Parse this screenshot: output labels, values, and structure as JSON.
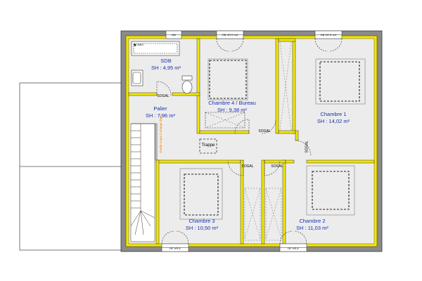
{
  "rooms": [
    {
      "name": "SDB",
      "area": "SH : 4,95 m²"
    },
    {
      "name": "Chambre 4 / Bureau",
      "area": "SH : 9,38 m²"
    },
    {
      "name": "Chambre 1",
      "area": "SH : 14,02 m²"
    },
    {
      "name": "Palier",
      "area": "SH : 7,96 m²"
    },
    {
      "name": "Chambre 3",
      "area": "SH : 10,50 m²"
    },
    {
      "name": "Chambre 2",
      "area": "SH : 11,03 m²"
    }
  ],
  "door_tags": [
    "SOGAL",
    "SOGAL",
    "SOGAL",
    "SOGAL",
    "SOGAL"
  ],
  "windows": {
    "top_1": "DB",
    "top_2": "OB VR E 1/2",
    "top_3": "OB VR E 1/2",
    "bottom_1": "OF VR E",
    "bottom_2": "OF VR E"
  },
  "trappe": "Trappe",
  "wc_tag": "SWC",
  "stair_note": "Garde-corps à charge dans",
  "colors": {
    "wall": "#8a8a8a",
    "insulation": "#f2e600",
    "floor": "#ececec",
    "label": "#1a2fb0",
    "note": "#ff7a00"
  }
}
